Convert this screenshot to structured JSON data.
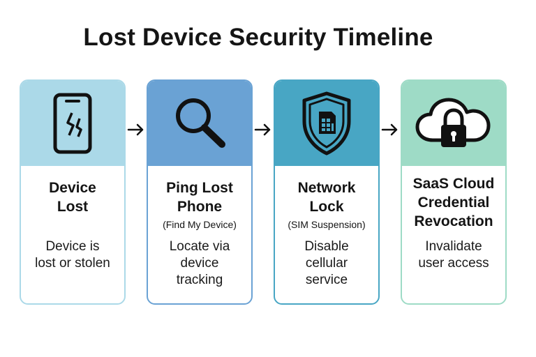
{
  "title": "Lost Device Security Timeline",
  "colors": {
    "card1_top": "#abd9e8",
    "card1_border": "#abd9e8",
    "card2_top": "#6aa2d4",
    "card2_border": "#6aa2d4",
    "card3_top": "#48a6c4",
    "card3_border": "#48a6c4",
    "card4_top": "#9edbc6",
    "card4_border": "#9edbc6",
    "icon": "#111111"
  },
  "steps": [
    {
      "icon": "broken-phone-icon",
      "title": "Device\nLost",
      "subtitle": "",
      "description": "Device is\nlost or stolen"
    },
    {
      "icon": "magnifier-icon",
      "title": "Ping Lost\nPhone",
      "subtitle": "(Find My Device)",
      "description": "Locate via\ndevice\ntracking"
    },
    {
      "icon": "shield-sim-icon",
      "title": "Network\nLock",
      "subtitle": "(SIM Suspension)",
      "description": "Disable\ncellular\nservice"
    },
    {
      "icon": "cloud-lock-icon",
      "title": "SaaS Cloud\nCredential\nRevocation",
      "subtitle": "",
      "description": "Invalidate\nuser access"
    }
  ]
}
